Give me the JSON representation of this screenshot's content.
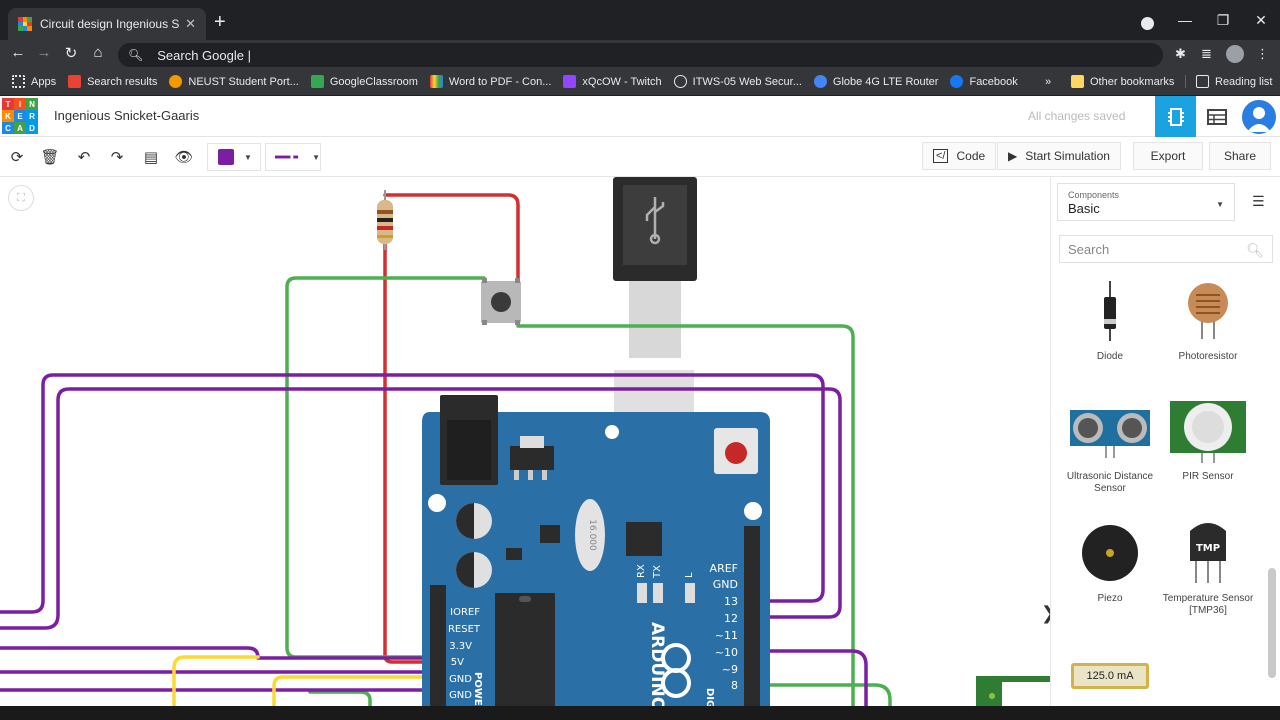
{
  "browser": {
    "tab_title": "Circuit design Ingenious Snicket-",
    "omnibox_text": "Search Google |",
    "bookmarks": [
      {
        "label": "Apps",
        "color": "#e8eaed"
      },
      {
        "label": "Search results",
        "color": "#ea4335"
      },
      {
        "label": "NEUST Student Port...",
        "color": "#f29900"
      },
      {
        "label": "GoogleClassroom",
        "color": "#34a853"
      },
      {
        "label": "Word to PDF - Con...",
        "color": "#9c27b0"
      },
      {
        "label": "xQcOW - Twitch",
        "color": "#9146ff"
      },
      {
        "label": "ITWS-05 Web Secur...",
        "color": "#e8eaed"
      },
      {
        "label": "Globe 4G LTE Router",
        "color": "#4285f4"
      },
      {
        "label": "Facebook",
        "color": "#1877f2"
      }
    ],
    "more": "»",
    "other_bookmarks": "Other bookmarks",
    "reading_list": "Reading list"
  },
  "app": {
    "logo_letters": [
      "T",
      "I",
      "N",
      "K",
      "E",
      "R",
      "C",
      "A",
      "D"
    ],
    "doc_name": "Ingenious Snicket-Gaaris",
    "save_status": "All changes saved"
  },
  "tools": {
    "code": "Code",
    "start_simulation": "Start Simulation",
    "export": "Export",
    "share": "Share"
  },
  "panel": {
    "components_label": "Components",
    "components_value": "Basic",
    "search_placeholder": "Search",
    "components": [
      {
        "name": "Diode"
      },
      {
        "name": "Photoresistor"
      },
      {
        "name": "Ultrasonic Distance Sensor"
      },
      {
        "name": "PIR Sensor"
      },
      {
        "name": "Piezo"
      },
      {
        "name": "Temperature Sensor [TMP36]"
      }
    ],
    "ammeter_value": "125.0 mA"
  },
  "board": {
    "left_header_labels": [
      "IOREF",
      "RESET",
      "3.3V",
      "5V",
      "GND",
      "GND"
    ],
    "right_header_labels": [
      "AREF",
      "GND",
      "13",
      "12",
      "~11",
      "~10",
      "~9",
      "8"
    ],
    "leds": [
      "RX",
      "TX",
      "L"
    ],
    "brand": "ARDUINO",
    "power_label": "POWE",
    "digital_label": "DIG",
    "crystal_text": "16.000",
    "tmp_label": "TMP"
  },
  "colors": {
    "wire_purple": "#7b1fa2",
    "wire_green": "#4caf50",
    "wire_red": "#d32f2f",
    "wire_yellow": "#fdd835",
    "board_blue": "#2a6fa5",
    "accent": "#1aa3de"
  }
}
